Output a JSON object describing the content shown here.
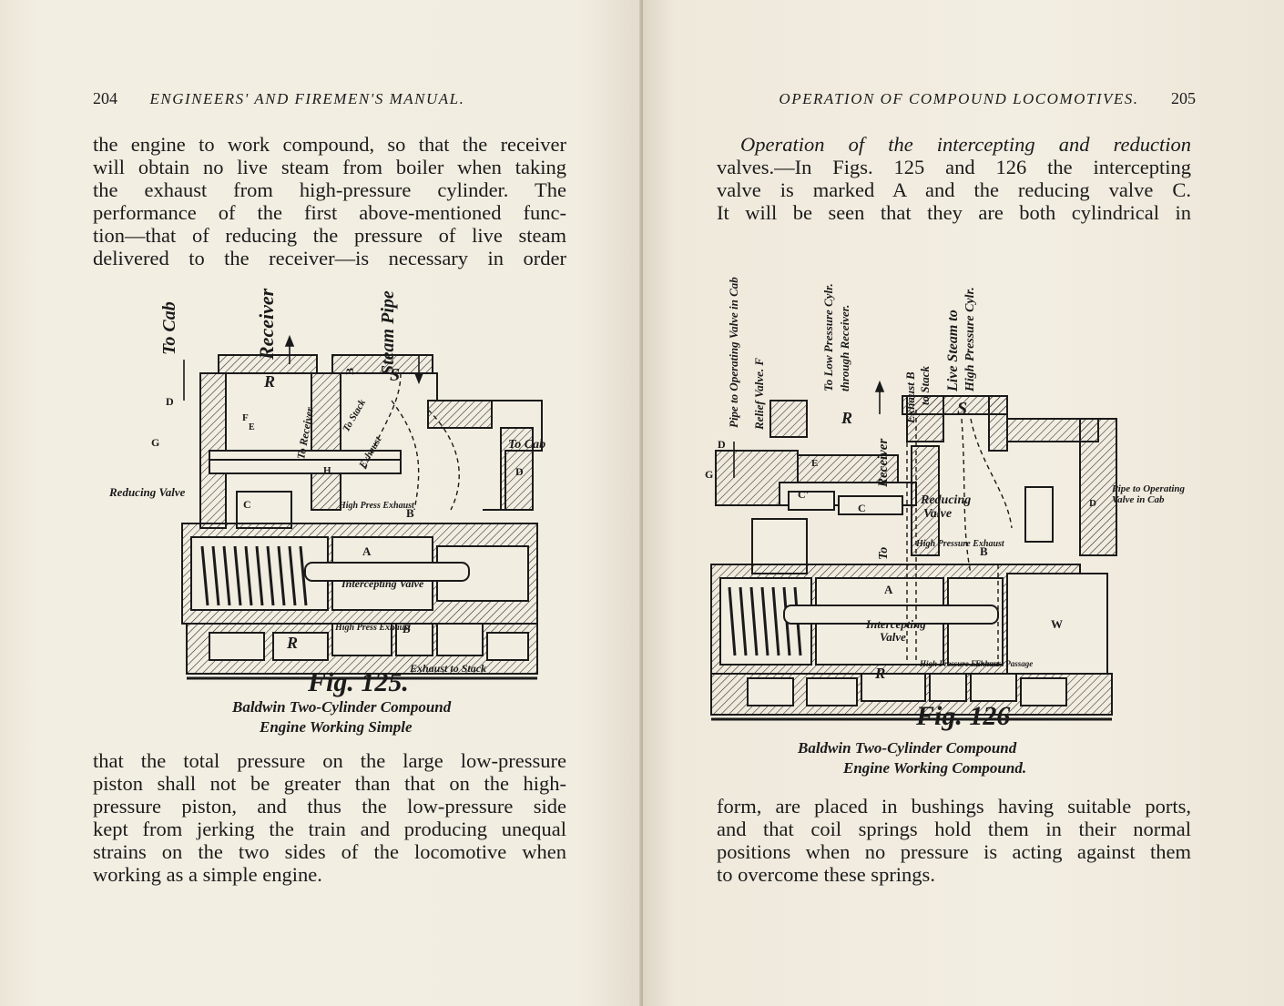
{
  "left_page": {
    "folio": "204",
    "running_head": "ENGINEERS' AND FIREMEN'S MANUAL.",
    "para1_lines": [
      "the engine to work compound, so that the receiver",
      "will obtain no live steam from boiler when taking",
      "the exhaust from high-pressure cylinder. The",
      "performance of the first above-mentioned func-",
      "tion—that of reducing the pressure of live steam",
      "delivered to the receiver—is necessary in order"
    ],
    "para2_lines": [
      "that the total pressure on the large low-pressure",
      "piston shall not be greater than that on the high-",
      "pressure piston, and thus the low-pressure side",
      "kept from jerking the train and producing unequal",
      "strains on the two sides of the locomotive when",
      "working as a simple engine."
    ],
    "figure": {
      "label": "Fig. 125.",
      "caption_line1": "Baldwin Two-Cylinder Compound",
      "caption_line2": "Engine Working Simple",
      "labels": {
        "to_cab_top": "To Cab",
        "receiver_top": "Receiver",
        "steam_pipe": "Steam Pipe",
        "r_top": "R",
        "s_top": "S",
        "b_top": "B",
        "to_receiver": "To Receiver",
        "to_stack": "To Stack",
        "exhaust": "Exhaust",
        "d": "D",
        "g": "G",
        "f": "F",
        "e": "E",
        "h": "H",
        "c": "C",
        "to_cab_right": "To Cab",
        "d_right": "D",
        "reducing_valve": "Reducing Valve",
        "high_press_exhaust": "High Press Exhaust",
        "b_mid": "B",
        "a": "A",
        "intercepting_valve": "Intercepting Valve",
        "r_bottom": "R",
        "high_press_exhaust_bottom": "High Press Exhaust",
        "b_bottom": "B",
        "exhaust_to_stack": "Exhaust to Stack"
      }
    }
  },
  "right_page": {
    "folio": "205",
    "running_head": "OPERATION OF COMPOUND LOCOMOTIVES.",
    "para1_lines": [
      "Operation of the intercepting and reduction",
      "valves.—In Figs. 125 and 126 the intercepting",
      "valve is marked A and the reducing valve C.",
      "It will be seen that they are both cylindrical in"
    ],
    "para1_italic_lead": "Operation of the intercepting and reduction",
    "para1_italic_lead2": "valves.",
    "para2_lines": [
      "form, are placed in bushings having suitable ports,",
      "and that coil springs hold them in their normal",
      "positions when no pressure is acting against them",
      "to overcome these springs."
    ],
    "figure": {
      "label": "Fig. 126",
      "caption_line1": "Baldwin Two-Cylinder Compound",
      "caption_line2": "Engine Working Compound.",
      "labels": {
        "pipe_to_operating_valve": "Pipe to Operating Valve in Cab",
        "relief_valve": "Relief Valve. F",
        "to_low_pressure_1": "To Low Pressure Cylr.",
        "to_low_pressure_2": "through Receiver.",
        "exhaust_b": "Exhaust B",
        "to_stack": "to Stack",
        "live_steam_1": "Live Steam to",
        "live_steam_2": "High Pressure Cylr.",
        "r_top": "R",
        "s_top": "S",
        "receiver": "Receiver",
        "d": "D",
        "g": "G",
        "e": "E",
        "c_prime": "C'",
        "c": "C",
        "reducing_valve_1": "Reducing",
        "reducing_valve_2": "Valve",
        "pipe_to_operating_right_1": "Pipe to Operating",
        "pipe_to_operating_right_2": "Valve in Cab",
        "d_right": "D",
        "to": "To",
        "high_pressure_exhaust": "High Pressure Exhaust",
        "b": "B",
        "a": "A",
        "intercepting_valve_1": "Intercepting",
        "intercepting_valve_2": "Valve",
        "w": "W",
        "r_bottom": "R",
        "high_pressure_exhaust_bottom": "High Pressure Exhaust",
        "exhaust_passage": "Exhaust Passage"
      }
    }
  }
}
